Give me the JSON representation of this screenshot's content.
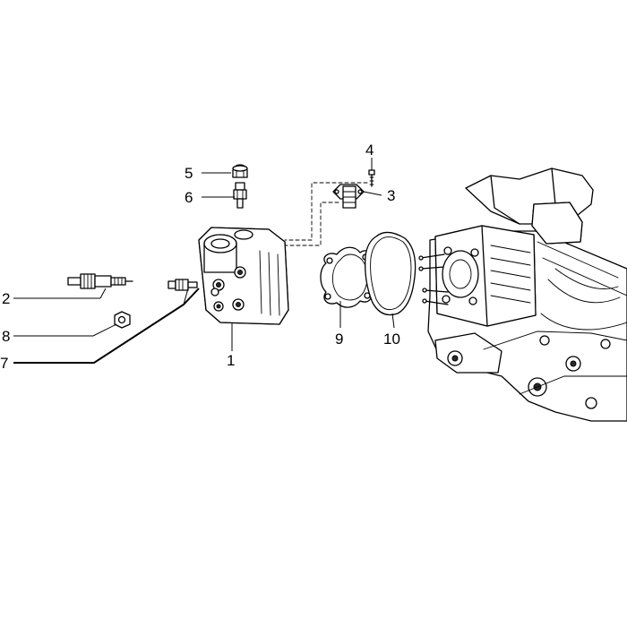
{
  "callouts": {
    "c1": "1",
    "c2": "2",
    "c3": "3",
    "c4": "4",
    "c5": "5",
    "c6": "6",
    "c7": "7",
    "c8": "8",
    "c9": "9",
    "c10": "10"
  },
  "colors": {
    "line": "#000000",
    "background": "#ffffff",
    "shade": "#d9d9d9"
  }
}
